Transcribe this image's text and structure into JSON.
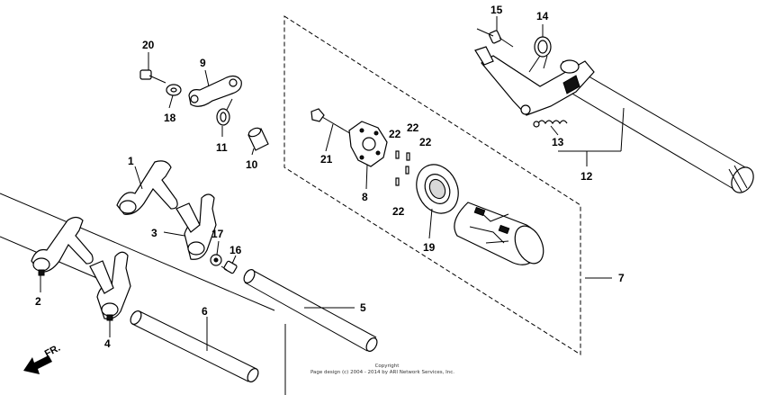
{
  "callouts": {
    "c1": "1",
    "c2": "2",
    "c3": "3",
    "c4": "4",
    "c5": "5",
    "c6": "6",
    "c7": "7",
    "c8": "8",
    "c9": "9",
    "c10": "10",
    "c11": "11",
    "c12": "12",
    "c13": "13",
    "c14": "14",
    "c15": "15",
    "c16": "16",
    "c17": "17",
    "c18": "18",
    "c19": "19",
    "c20": "20",
    "c21": "21",
    "c22a": "22",
    "c22b": "22",
    "c22c": "22",
    "c22d": "22"
  },
  "front_indicator": "FR.",
  "copyright": {
    "line1": "Copyright",
    "line2": "Page design (c) 2004 - 2014 by ARI Network Services, Inc."
  }
}
